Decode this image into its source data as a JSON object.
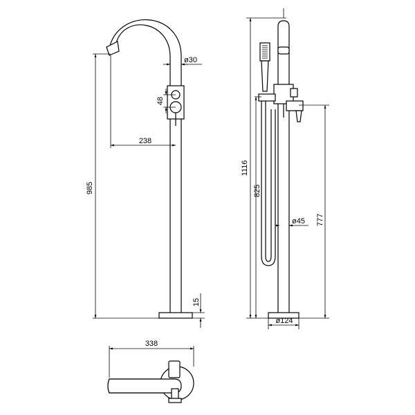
{
  "dimensions": {
    "pipe_diameter": "ø30",
    "handle_offset": "48",
    "spout_reach": "238",
    "spout_height": "985",
    "base_thickness": "15",
    "total_height": "1116",
    "hose_height": "825",
    "hose_diameter": "ø45",
    "valve_height": "777",
    "base_diameter": "ø124",
    "top_width": "338"
  }
}
